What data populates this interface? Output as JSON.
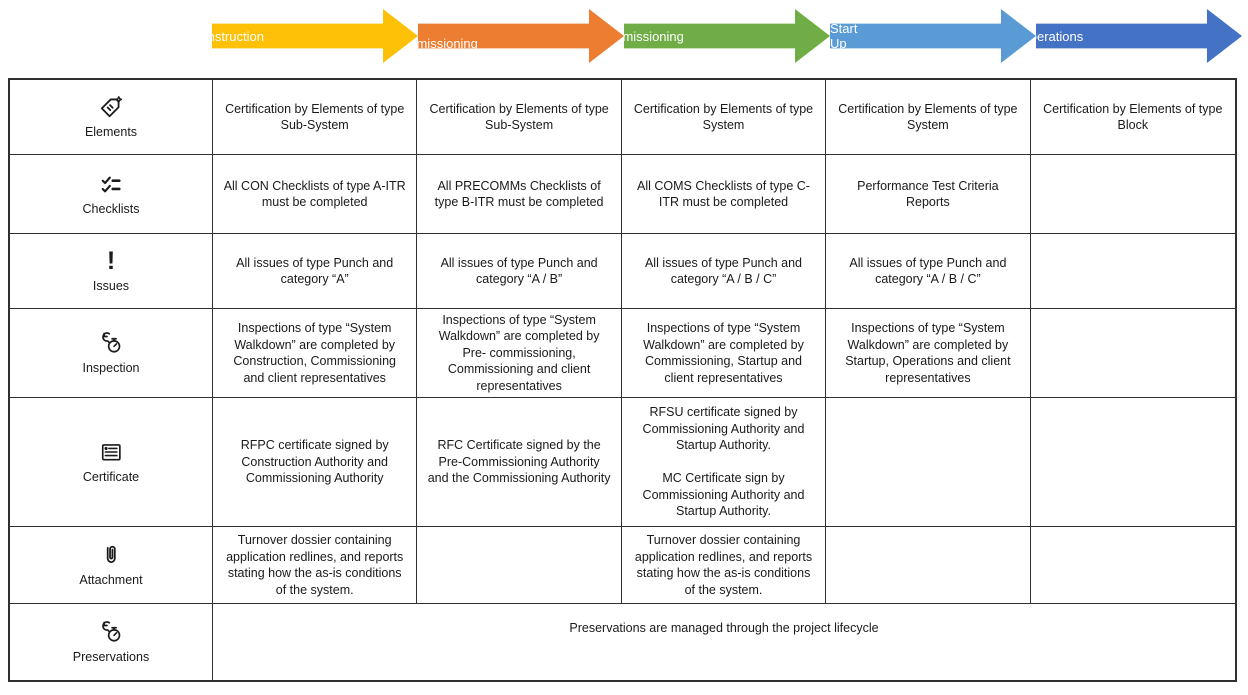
{
  "phases": [
    {
      "label": "Construction",
      "color": "#FFC008"
    },
    {
      "label": "Pre-Commissioning",
      "color": "#ED7D31"
    },
    {
      "label": "Commissioning",
      "color": "#70AD47"
    },
    {
      "label": "Start Up",
      "color": "#5B9BD5"
    },
    {
      "label": "Operations",
      "color": "#4472C4"
    }
  ],
  "table": {
    "rows": [
      {
        "label": "Elements",
        "icon": "tag-icon",
        "cells": [
          "Certification by Elements of type Sub-System",
          "Certification by Elements of type Sub-System",
          "Certification by Elements of type System",
          "Certification by Elements of type System",
          "Certification by Elements of type Block"
        ]
      },
      {
        "label": "Checklists",
        "icon": "checklist-icon",
        "cells": [
          "All CON Checklists of type A-ITR must be completed",
          "All PRECOMMs Checklists of type B-ITR must be completed",
          "All COMS Checklists of type C-ITR must be completed",
          "Performance Test Criteria Reports",
          ""
        ]
      },
      {
        "label": "Issues",
        "icon": "exclamation-icon",
        "cells": [
          "All issues of type Punch and category “A”",
          "All issues of type Punch and category “A / B”",
          "All issues of type Punch and category “A / B / C”",
          "All issues of type Punch and category “A / B / C”",
          ""
        ]
      },
      {
        "label": "Inspection",
        "icon": "wrench-stopwatch-icon",
        "cells": [
          "Inspections of type “System Walkdown” are completed by Construction, Commissioning and client representatives",
          "Inspections of type “System Walkdown” are completed by Pre- commissioning, Commissioning and client representatives",
          "Inspections of type “System Walkdown” are completed by Commissioning, Startup and client representatives",
          "Inspections of type “System Walkdown” are completed by Startup, Operations and client representatives",
          ""
        ]
      },
      {
        "label": "Certificate",
        "icon": "certificate-icon",
        "cells": [
          "RFPC certificate signed by Construction Authority and Commissioning Authority",
          "RFC Certificate signed by the Pre-Commissioning Authority and the Commissioning Authority",
          "RFSU certificate signed by Commissioning Authority and Startup Authority.\n\nMC Certificate sign by Commissioning Authority and Startup Authority.",
          "",
          ""
        ]
      },
      {
        "label": "Attachment",
        "icon": "paperclip-icon",
        "cells": [
          "Turnover dossier containing application redlines, and reports stating how the as-is conditions of the system.",
          "",
          "Turnover dossier containing application redlines, and reports stating how the as-is conditions of the system.",
          "",
          ""
        ]
      },
      {
        "label": "Preservations",
        "icon": "wrench-stopwatch-icon",
        "merged_text": "Preservations are managed through the project lifecycle"
      }
    ]
  }
}
